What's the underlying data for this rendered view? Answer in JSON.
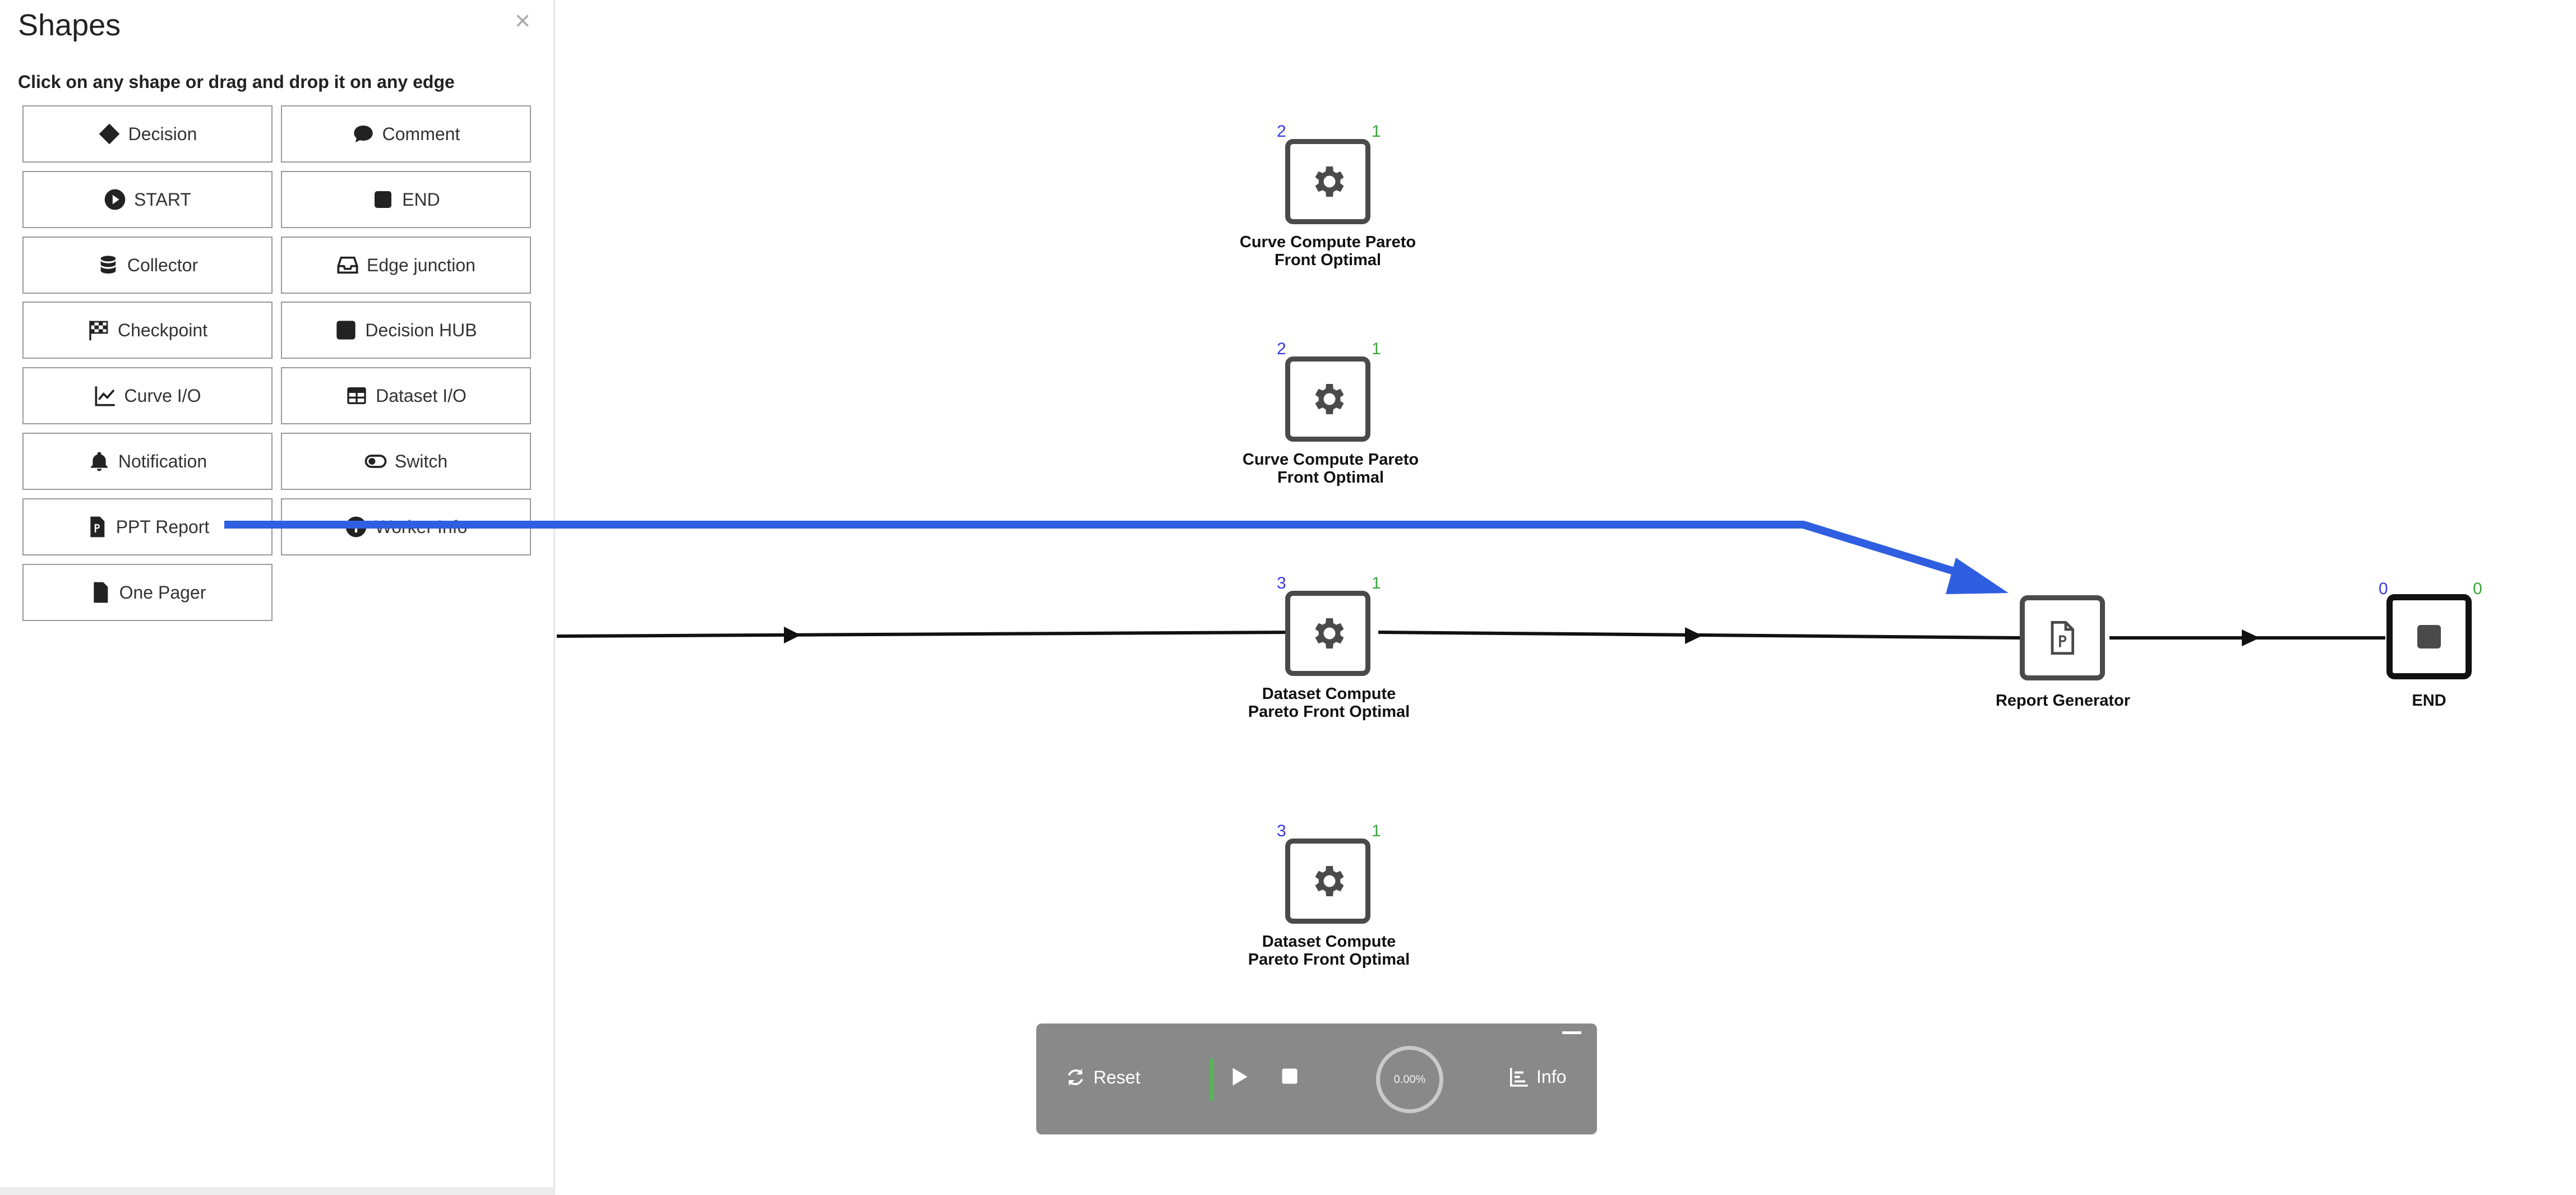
{
  "panel": {
    "title": "Shapes",
    "close_icon": "close-icon",
    "hint": "Click on any shape or drag and drop it on any edge",
    "shapes": [
      {
        "label": "Decision",
        "icon": "diamond-icon"
      },
      {
        "label": "Comment",
        "icon": "comment-icon"
      },
      {
        "label": "START",
        "icon": "play-circle-icon"
      },
      {
        "label": "END",
        "icon": "stop-square-icon"
      },
      {
        "label": "Collector",
        "icon": "database-icon"
      },
      {
        "label": "Edge junction",
        "icon": "inbox-icon"
      },
      {
        "label": "Checkpoint",
        "icon": "checkered-flag-icon"
      },
      {
        "label": "Decision HUB",
        "icon": "square-icon"
      },
      {
        "label": "Curve I/O",
        "icon": "line-chart-icon"
      },
      {
        "label": "Dataset I/O",
        "icon": "table-icon"
      },
      {
        "label": "Notification",
        "icon": "bell-icon"
      },
      {
        "label": "Switch",
        "icon": "toggle-icon"
      },
      {
        "label": "PPT Report",
        "icon": "ppt-file-icon"
      },
      {
        "label": "Worker Info",
        "icon": "info-circle-icon"
      },
      {
        "label": "One Pager",
        "icon": "file-icon"
      }
    ]
  },
  "nodes": [
    {
      "label_line1": "Curve Compute Pareto",
      "label_line2": "Front Optimal",
      "in": "2",
      "out": "1",
      "icon": "gear-icon"
    },
    {
      "label_line1": "Curve Compute Pareto",
      "label_line2": "Front Optimal",
      "in": "2",
      "out": "1",
      "icon": "gear-icon"
    },
    {
      "label_line1": "Dataset Compute",
      "label_line2": "Pareto Front Optimal",
      "in": "3",
      "out": "1",
      "icon": "gear-icon"
    },
    {
      "label_line1": "Dataset Compute",
      "label_line2": "Pareto Front Optimal",
      "in": "3",
      "out": "1",
      "icon": "gear-icon"
    },
    {
      "label_line1": "Report Generator",
      "label_line2": "",
      "in": "",
      "out": "",
      "icon": "ppt-file-icon"
    },
    {
      "label_line1": "END",
      "label_line2": "",
      "in": "0",
      "out": "0",
      "icon": "stop-square-icon"
    }
  ],
  "drag_arrow": {
    "color": "#2f5fe0"
  },
  "runbar": {
    "reset_label": "Reset",
    "progress": "0.00%",
    "info_label": "Info"
  }
}
